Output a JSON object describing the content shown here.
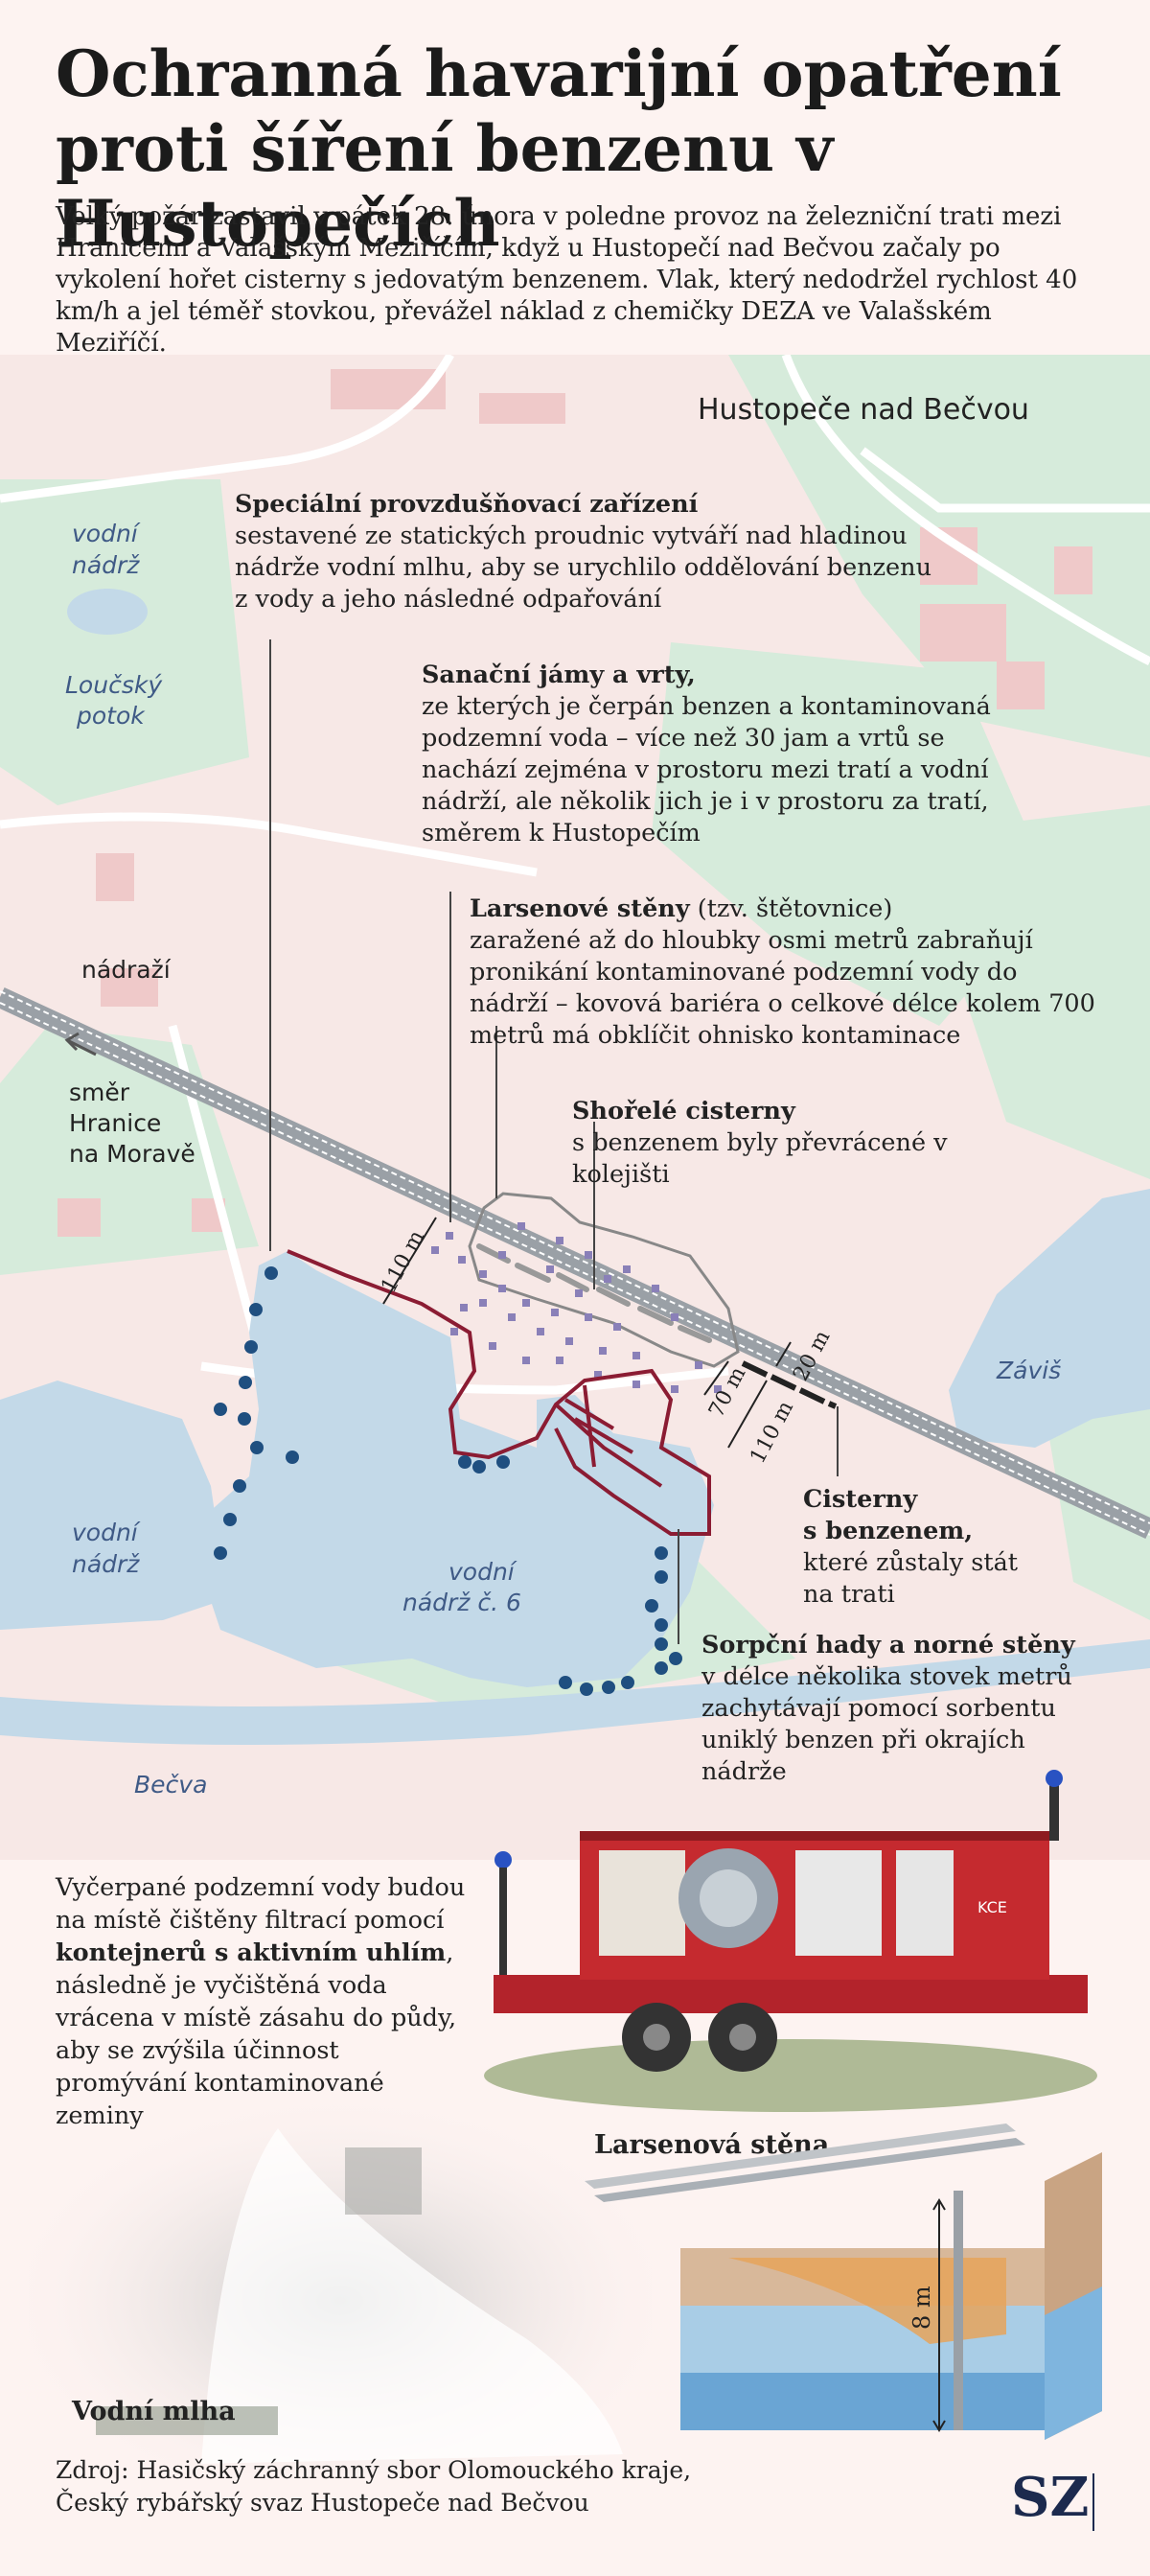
{
  "title": "Ochranná havarijní opatření proti šíření benzenu v Hustopečích",
  "lead": "Velký požár zastavil v pátek 28. února v poledne provoz na železniční trati mezi Hranicemi a Valašským Meziříčím, když u Hustopečí nad Bečvou začaly po vykolení hořet cisterny s jedovatým benzenem. Vlak, který nedodržel rychlost 40 km/h a jel téměř stovkou, převážel náklad z chemičky DEZA ve Valašském Meziříčí.",
  "map_labels": {
    "town": "Hustopeče nad Bečvou",
    "reservoir_nw_1": "vodní",
    "reservoir_nw_2": "nádrž",
    "stream_1": "Loučský",
    "stream_2": "potok",
    "station": "nádraží",
    "direction_1": "směr",
    "direction_2": "Hranice",
    "direction_3": "na Moravě",
    "reservoir_w_1": "vodní",
    "reservoir_w_2": "nádrž",
    "reservoir_6_1": "vodní",
    "reservoir_6_2": "nádrž č. 6",
    "river": "Bečva",
    "village": "Záviš",
    "dim_110_top": "110 m",
    "dim_70": "70 m",
    "dim_110_bottom": "110 m",
    "dim_20": "20 m"
  },
  "annotations": {
    "aeration_title": "Speciální provzdušňovací zařízení",
    "aeration_text": "sestavené ze statických proudnic vytváří nad hladinou nádrže vodní mlhu, aby se urychlilo oddělování benzenu z vody a jeho následné odpařování",
    "pits_title": "Sanační jámy a vrty,",
    "pits_text": "ze kterých je čerpán benzen a kontaminovaná podzemní voda – více než 30 jam a vrtů se nachází zejména v prostoru mezi tratí a vodní nádrží, ale několik jich je i v prostoru za tratí, směrem k Hustopečím",
    "larsen_title": "Larsenové stěny",
    "larsen_paren": "(tzv. štětovnice)",
    "larsen_text": "zaražené až do hloubky osmi metrů zabraňují pronikání kontaminované podzemní vody do nádrží – kovová bariéra o celkové délce kolem 700 metrů má obklíčit ohnisko kontaminace",
    "burnt_title": "Shořelé cisterny",
    "burnt_text": "s benzenem byly převrácené v kolejišti",
    "tanks_title_1": "Cisterny",
    "tanks_title_2": "s benzenem,",
    "tanks_text": "které zůstaly stát na trati",
    "sorb_title": "Sorpční hady a norné stěny",
    "sorb_text": "v délce několika stovek metrů zachytávají pomocí sorbentu uniklý benzen při okrajích nádrže"
  },
  "filter": {
    "text_1": "Vyčerpané podzemní vody budou na místě čištěny filtrací pomocí",
    "text_bold": "kontejnerů s aktivním uhlím",
    "text_2": ", následně je vyčištěná voda vrácena v místě zásahu do půdy, aby se zvýšila účinnost promývání kontaminované zeminy",
    "trailer_label": "KCE"
  },
  "captions": {
    "larsen_wall": "Larsenová stěna",
    "depth": "8 m",
    "water_mist": "Vodní mlha"
  },
  "sources": {
    "line_1": "Zdroj: Hasičský záchranný sbor Olomouckého kraje,",
    "line_2": "Český rybářský svaz Hustopeče nad Bečvou"
  },
  "logo": "SZ",
  "colors": {
    "background": "#fdf3f1",
    "water": "#c3d9e8",
    "green": "#d7ebdc",
    "barrier": "#8b1c33",
    "pits": "#8a80b8",
    "sorbent": "#1f4f80",
    "label": "#3f5a86"
  }
}
